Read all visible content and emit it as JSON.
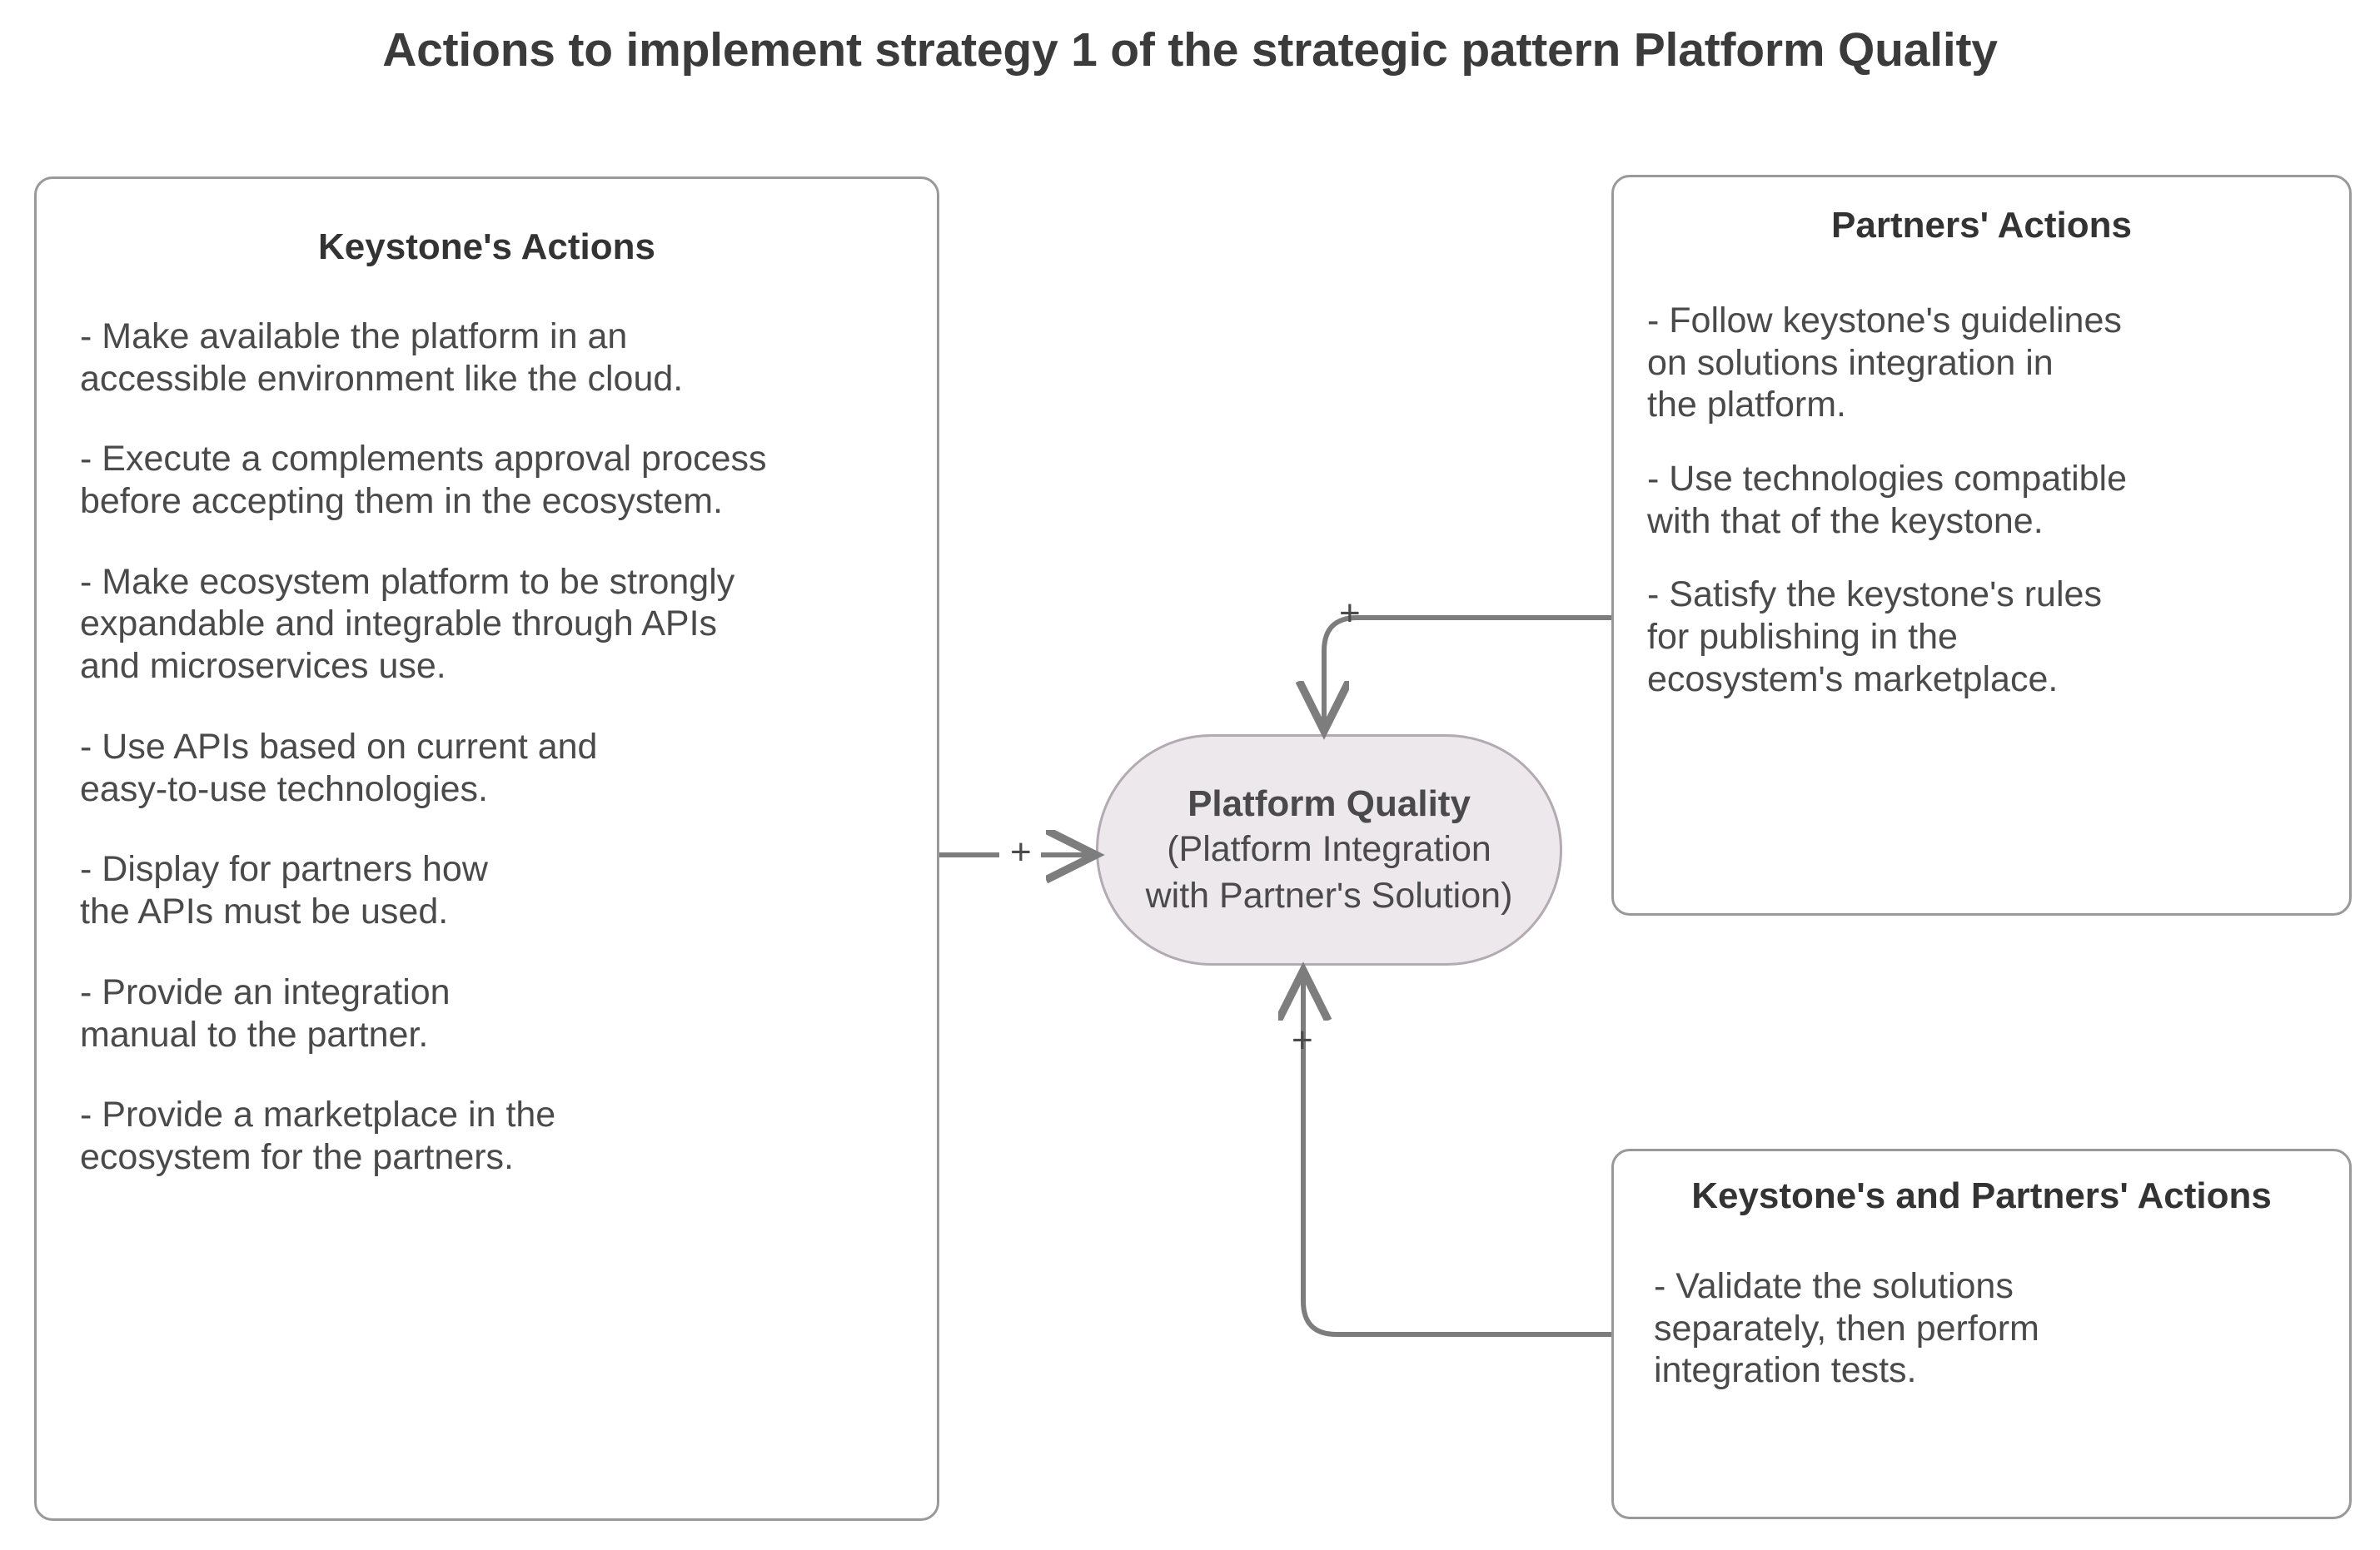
{
  "title": "Actions to implement strategy 1 of the strategic pattern Platform Quality",
  "central_node": {
    "name": "platform-quality",
    "title": "Platform Quality",
    "subtitle_line1": "(Platform Integration",
    "subtitle_line2": "with Partner's Solution)",
    "fill_color": "#ECE8EC",
    "border_color": "#b3aab3"
  },
  "groups": {
    "keystone": {
      "heading": "Keystone's Actions",
      "bullets": [
        "- Make available the platform in an\n   accessible environment like the cloud.",
        "- Execute a complements approval process\n   before accepting them in the ecosystem.",
        "- Make ecosystem platform to be strongly\n  expandable and integrable through APIs\n  and microservices use.",
        "- Use APIs based on current and\n   easy-to-use technologies.",
        "- Display for partners how\n   the APIs must be used.",
        "- Provide an integration\n   manual to the partner.",
        "- Provide a marketplace in the\n  ecosystem for the partners."
      ]
    },
    "partners": {
      "heading": "Partners' Actions",
      "bullets": [
        "- Follow keystone's guidelines\n  on solutions integration in\n  the platform.",
        "- Use technologies compatible\n  with that of the keystone.",
        "- Satisfy the keystone's rules\n   for publishing in the\n   ecosystem's marketplace."
      ]
    },
    "both": {
      "heading": "Keystone's and Partners' Actions",
      "bullets": [
        "- Validate the solutions\n  separately, then perform\n  integration tests."
      ]
    }
  },
  "edges": [
    {
      "id": "keystone-to-node",
      "from": "keystone",
      "to": "platform-quality",
      "polarity": "+"
    },
    {
      "id": "partners-to-node",
      "from": "partners",
      "to": "platform-quality",
      "polarity": "+"
    },
    {
      "id": "both-to-node",
      "from": "both",
      "to": "platform-quality",
      "polarity": "+"
    }
  ],
  "colors": {
    "box_border": "#999999",
    "connector": "#7d7d7d",
    "text": "#4a4a4a",
    "heading": "#333333",
    "background": "#ffffff"
  }
}
